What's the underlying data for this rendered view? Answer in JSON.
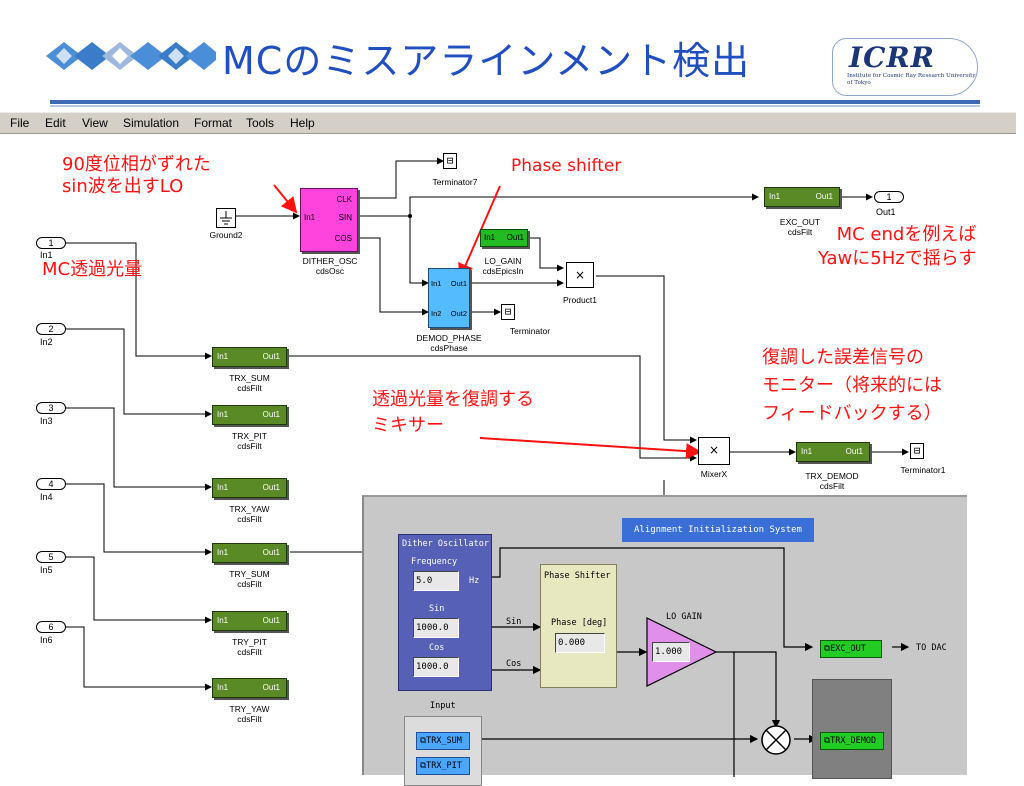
{
  "slide": {
    "title": "MCのミスアラインメント検出",
    "logo_main": "ICRR",
    "logo_sub": "Institute for Cosmic Ray Research University of Tokyo"
  },
  "menu": [
    {
      "label": "File"
    },
    {
      "label": "Edit"
    },
    {
      "label": "View"
    },
    {
      "label": "Simulation"
    },
    {
      "label": "Format"
    },
    {
      "label": "Tools"
    },
    {
      "label": "Help"
    }
  ],
  "diagram": {
    "inports": [
      {
        "num": "1",
        "label": "In1"
      },
      {
        "num": "2",
        "label": "In2"
      },
      {
        "num": "3",
        "label": "In3"
      },
      {
        "num": "4",
        "label": "In4"
      },
      {
        "num": "5",
        "label": "In5"
      },
      {
        "num": "6",
        "label": "In6"
      }
    ],
    "filters": [
      {
        "in": "In1",
        "out": "Out1",
        "name": "TRX_SUM",
        "type": "cdsFilt"
      },
      {
        "in": "In1",
        "out": "Out1",
        "name": "TRX_PIT",
        "type": "cdsFilt"
      },
      {
        "in": "In1",
        "out": "Out1",
        "name": "TRX_YAW",
        "type": "cdsFilt"
      },
      {
        "in": "In1",
        "out": "Out1",
        "name": "TRY_SUM",
        "type": "cdsFilt"
      },
      {
        "in": "In1",
        "out": "Out1",
        "name": "TRY_PIT",
        "type": "cdsFilt"
      },
      {
        "in": "In1",
        "out": "Out1",
        "name": "TRY_YAW",
        "type": "cdsFilt"
      }
    ],
    "ground": "Ground2",
    "osc": {
      "in": "In1",
      "clk": "CLK",
      "sin": "SIN",
      "cos": "COS",
      "name": "DITHER_OSC",
      "type": "cdsOsc"
    },
    "terminator7": "Terminator7",
    "terminator": "Terminator",
    "terminator1": "Terminator1",
    "lo_gain": {
      "in": "In1",
      "out": "Out1",
      "name": "LO_GAIN",
      "type": "cdsEpicsIn"
    },
    "demod": {
      "in1": "In1",
      "out1": "Out1",
      "in2": "In2",
      "out2": "Out2",
      "name": "DEMOD_PHASE",
      "type": "cdsPhase"
    },
    "product1": "Product1",
    "mixer": "MixerX",
    "exc_out": {
      "in": "In1",
      "out": "Out1",
      "name": "EXC_OUT",
      "type": "cdsFilt"
    },
    "outport": {
      "num": "1",
      "label": "Out1"
    },
    "trx_demod": {
      "in": "In1",
      "out": "Out1",
      "name": "TRX_DEMOD",
      "type": "cdsFilt"
    },
    "multiply_symbol": "×"
  },
  "annotations": {
    "lo": [
      "90度位相がずれた",
      "sin波を出すLO"
    ],
    "phase_shifter": "Phase shifter",
    "transmitted": "MC透過光量",
    "mc_end": [
      "MC endを例えば",
      "Yawに5Hzで揺らす"
    ],
    "monitor": [
      "復調した誤差信号の",
      "モニター（将来的には",
      "フィードバックする）"
    ],
    "mixer": [
      "透過光量を復調する",
      "ミキサー"
    ]
  },
  "gui": {
    "title": "Alignment Initialization System",
    "dither_title": "Dither Oscillator",
    "frequency_label": "Frequency",
    "frequency_value": "5.0",
    "hz_label": "Hz",
    "sin_label": "Sin",
    "sin_value": "1000.0",
    "cos_label": "Cos",
    "cos_value": "1000.0",
    "sin_wire": "Sin",
    "cos_wire": "Cos",
    "phase_shifter_title": "Phase Shifter",
    "phase_label": "Phase [deg]",
    "phase_value": "0.000",
    "lo_gain_label": "LO GAIN",
    "lo_gain_value": "1.000",
    "exc_out_button": "EXC_OUT",
    "to_dac": "TO DAC",
    "trx_demod_button": "TRX_DEMOD",
    "input_label": "Input",
    "trx_sum_button": "TRX_SUM",
    "trx_pit_button": "TRX_PIT"
  },
  "colors": {
    "title_blue": "#1f4fc0",
    "annotation_red": "#ff1111",
    "filter_green": "#5a8a25",
    "osc_magenta": "#ff44dd",
    "demod_blue": "#55bbff",
    "lo_gain_green": "#22bb22"
  }
}
